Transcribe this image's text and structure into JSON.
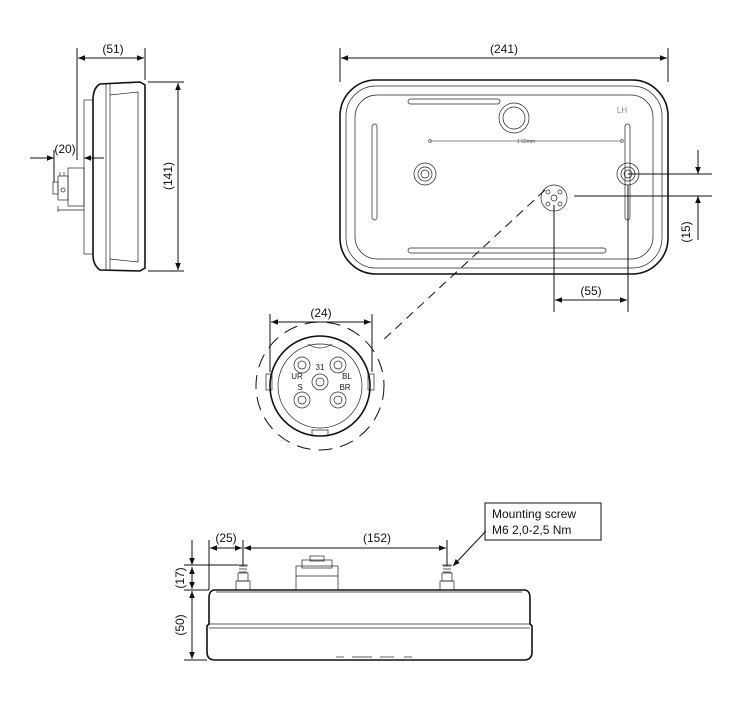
{
  "dimensions": {
    "side_depth": "(51)",
    "side_connector": "(20)",
    "side_height": "(141)",
    "top_width": "(241)",
    "top_offset_y": "(15)",
    "top_offset_x": "(55)",
    "connector_diameter": "(24)",
    "bottom_edge_to_screw": "(25)",
    "bottom_screw_spacing": "(152)",
    "bottom_screw_height": "(17)",
    "bottom_body_height": "(50)"
  },
  "back_view": {
    "marking_side": "LH",
    "center_marking": "1 62mm"
  },
  "connector_pins": {
    "pin_31": "31",
    "pin_ur": "UR",
    "pin_bl": "BL",
    "pin_s": "S",
    "pin_br": "BR"
  },
  "note": {
    "line1": "Mounting screw",
    "line2": "M6  2,0-2,5 Nm"
  }
}
